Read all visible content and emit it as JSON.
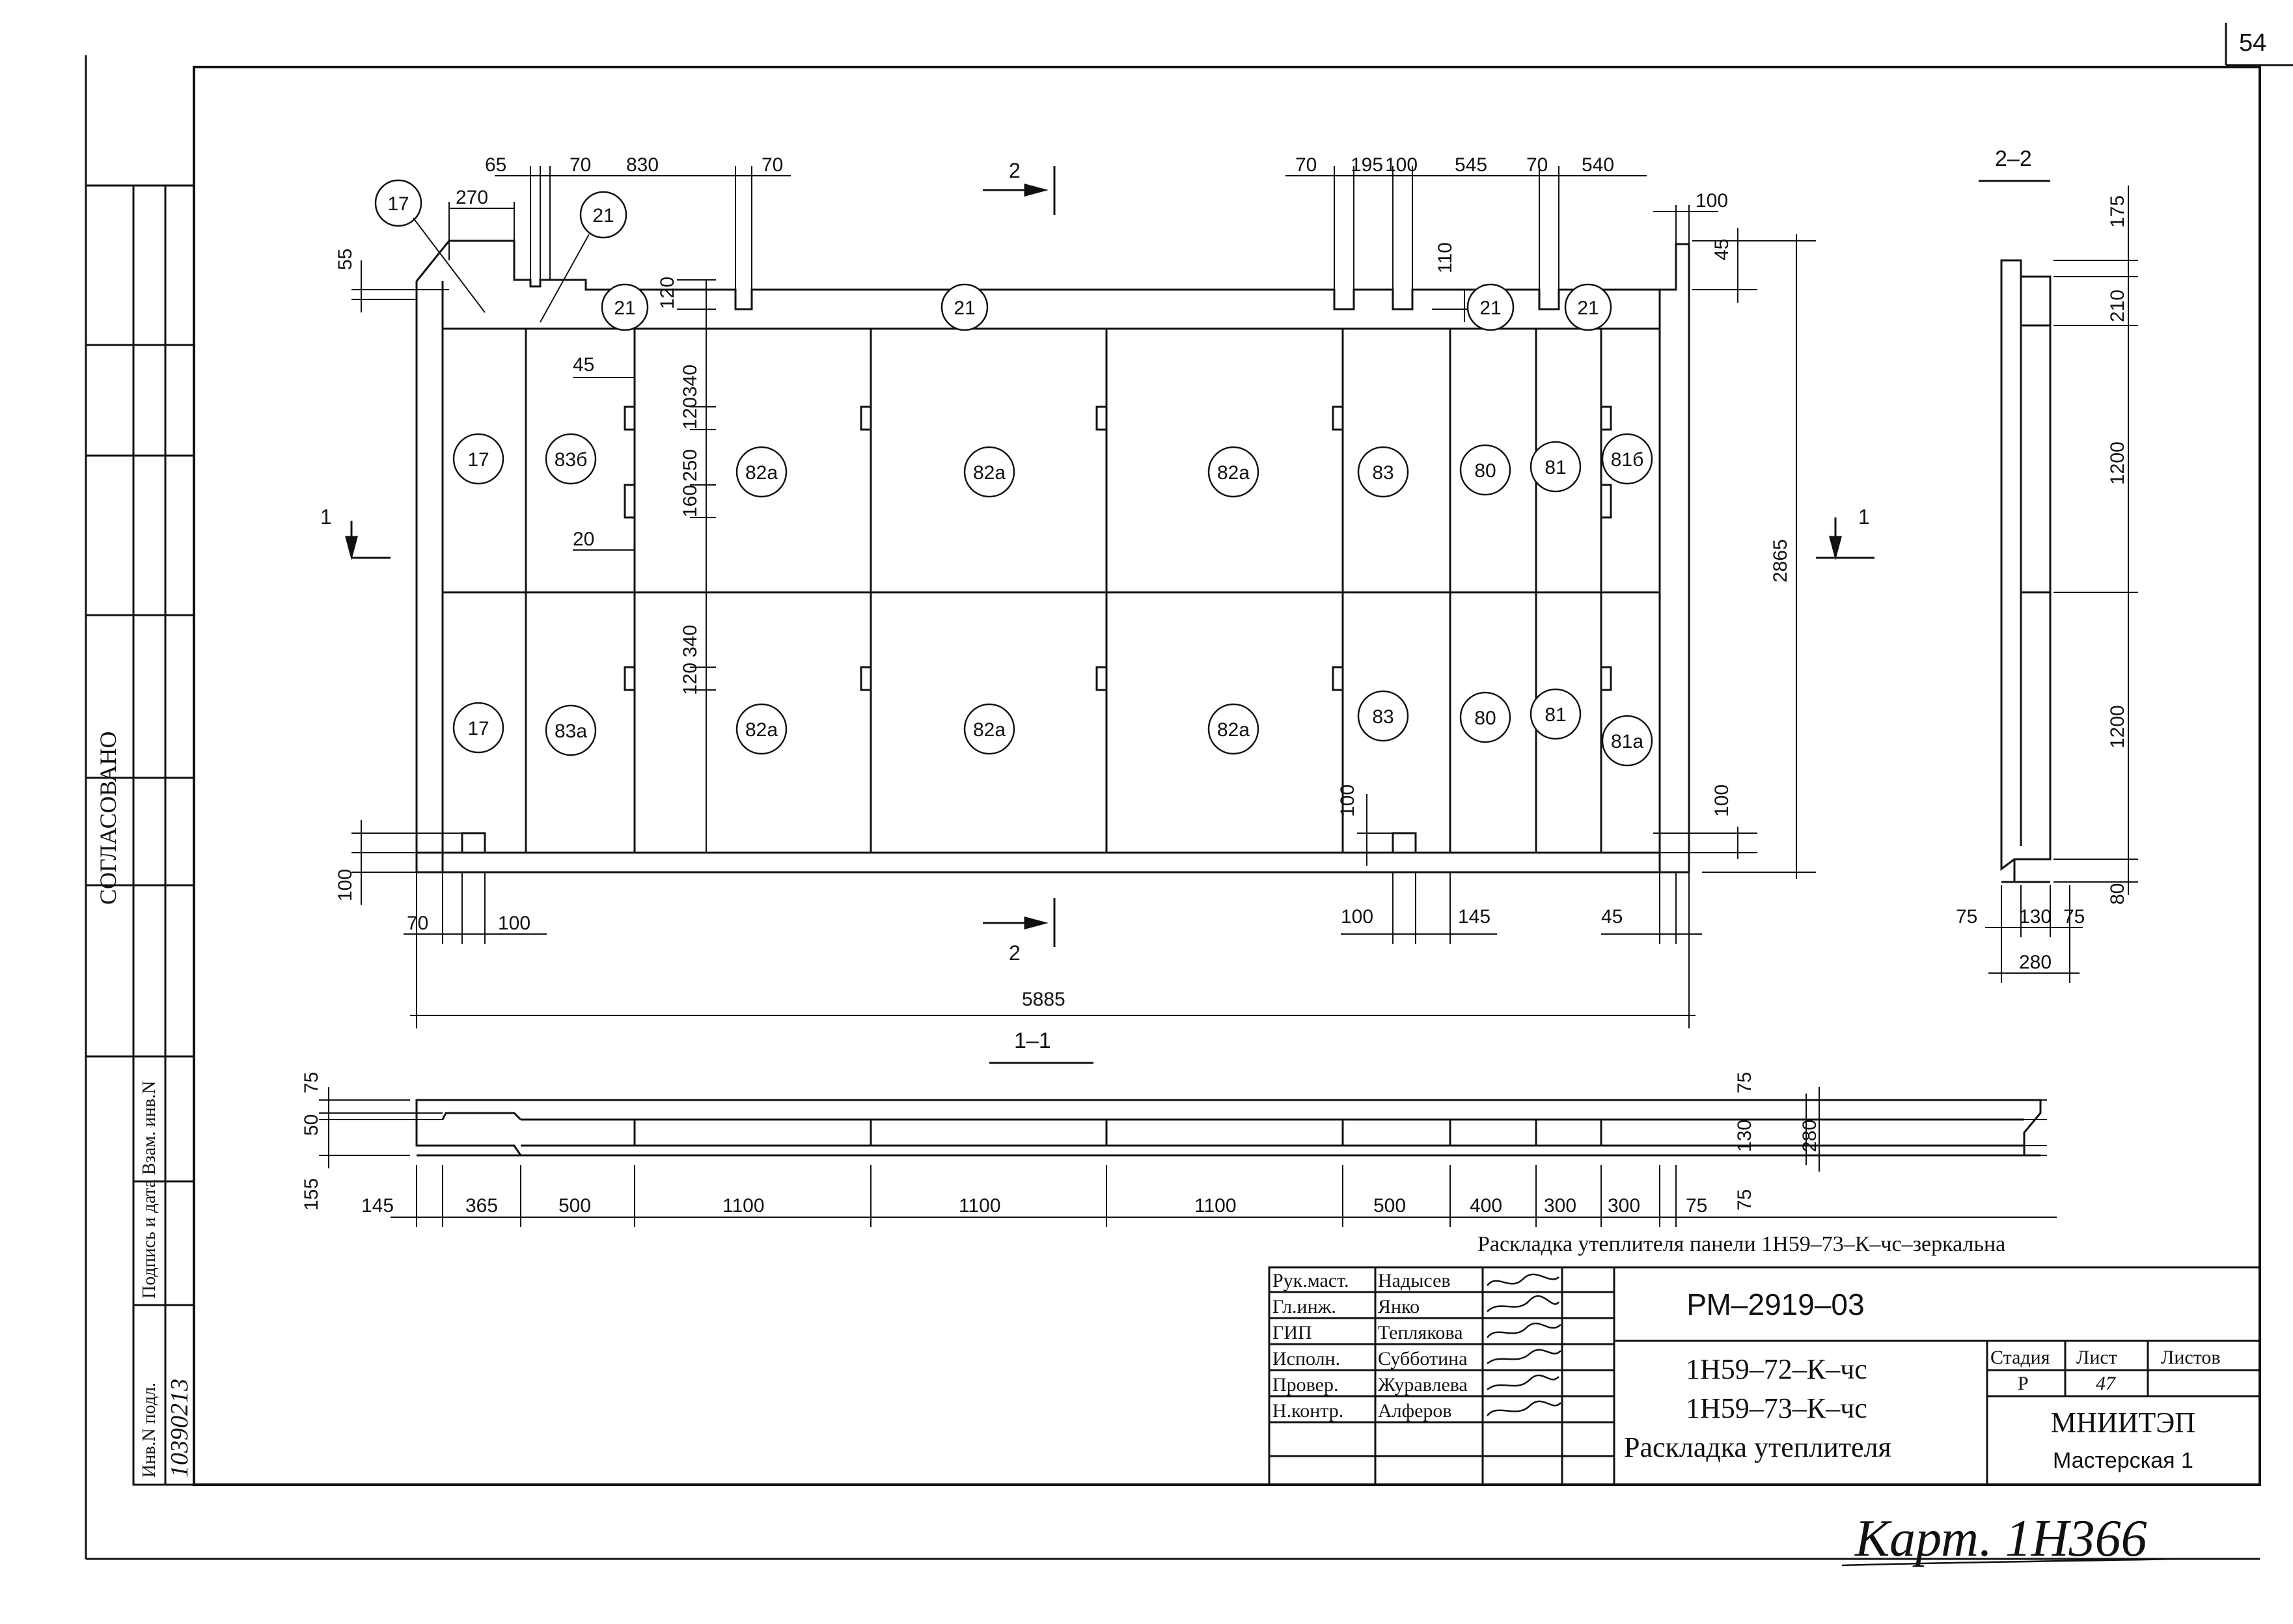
{
  "sheet_number": "54",
  "approval": {
    "soglasovano": "СОГЛАСОВАНО",
    "stamp_labels": [
      "Инв.N подл.",
      "Подпись и дата",
      "Взам. инв.N"
    ],
    "inventory_number_handwritten": "10390213"
  },
  "sections": {
    "section_2_marker": "2",
    "section_1_marker": "1",
    "section_2_2_title": "2–2",
    "section_1_1_title": "1–1"
  },
  "plan": {
    "top_dims": [
      "65",
      "70",
      "830",
      "70",
      "70",
      "195",
      "100",
      "545",
      "70",
      "540"
    ],
    "top_left_dim": "270",
    "top_right_dim": "100",
    "left_vertical_dims": [
      "55",
      "120",
      "340",
      "120",
      "250",
      "160",
      "340",
      "120",
      "100"
    ],
    "left_small_dims": [
      "45",
      "20"
    ],
    "right_vertical_dims": [
      "110",
      "45",
      "100",
      "100"
    ],
    "overall_height": "2865",
    "overall_width": "5885",
    "bottom_dims": [
      "70",
      "100",
      "100",
      "145",
      "45"
    ],
    "element_marks_top_row": [
      "17",
      "21",
      "21",
      "21",
      "21",
      "21"
    ],
    "element_marks_upper_panels": [
      "17",
      "83б",
      "82а",
      "82а",
      "82а",
      "83",
      "80",
      "81",
      "81б"
    ],
    "element_marks_lower_panels": [
      "17",
      "83а",
      "82а",
      "82а",
      "82а",
      "83",
      "80",
      "81",
      "81а"
    ]
  },
  "section_2_2": {
    "vertical_dims": [
      "175",
      "210",
      "1200",
      "1200",
      "80"
    ],
    "bottom_dims": [
      "75",
      "130",
      "75"
    ],
    "total_width": "280"
  },
  "section_1_1": {
    "left_dims": [
      "75",
      "50",
      "155"
    ],
    "right_dims": [
      "75",
      "130",
      "75"
    ],
    "total_height": "280",
    "bottom_dims": [
      "145",
      "365",
      "500",
      "1100",
      "1100",
      "1100",
      "500",
      "400",
      "300",
      "300",
      "75"
    ]
  },
  "caption": "Раскладка утеплителя панели 1Н59–73–К–чс–зеркальна",
  "title_block": {
    "roles": [
      "Рук.маст.",
      "Гл.инж.",
      "ГИП",
      "Исполн.",
      "Провер.",
      "Н.контр."
    ],
    "names": [
      "Надысев",
      "Янко",
      "Теплякова",
      "Субботина",
      "Журавлева",
      "Алферов"
    ],
    "doc_code": "РМ–2919–03",
    "title_lines": [
      "1Н59–72–К–чс",
      "1Н59–73–К–чс",
      "Раскладка утеплителя"
    ],
    "stage_label": "Стадия",
    "sheet_label": "Лист",
    "sheets_label": "Листов",
    "stage_value": "Р",
    "sheet_value": "47",
    "org": "МНИИТЭП",
    "workshop": "Мастерская 1"
  },
  "archive_note": "Карт. 1Н366"
}
